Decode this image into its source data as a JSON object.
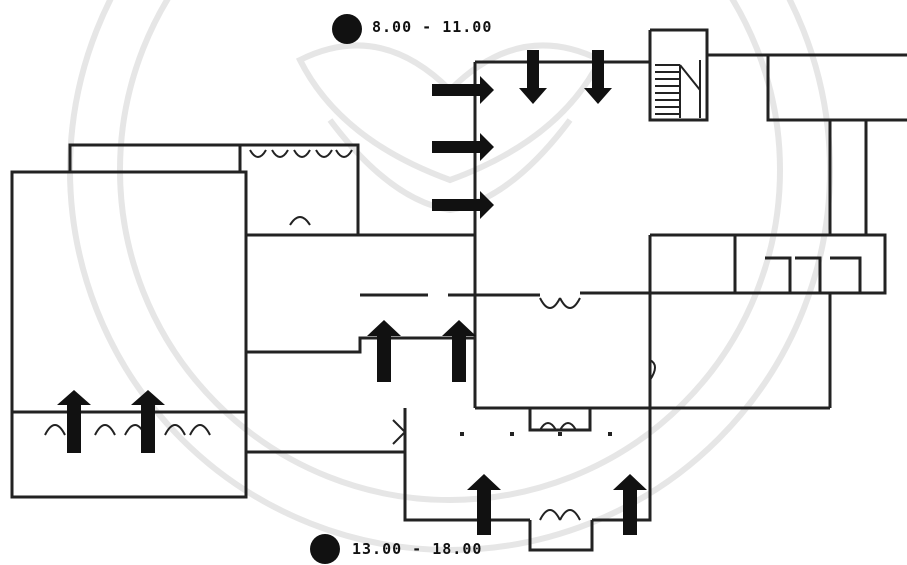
{
  "diagram": {
    "type": "floor-plan",
    "wall_color": "#222222",
    "arrow_color": "#111111",
    "watermark_color": "#e6e6e6"
  },
  "time_markers": [
    {
      "label": "8.00 - 11.00",
      "arrow_direction": "in-from-left-and-top"
    },
    {
      "label": "13.00 - 18.00",
      "arrow_direction": "up-from-bottom"
    }
  ]
}
